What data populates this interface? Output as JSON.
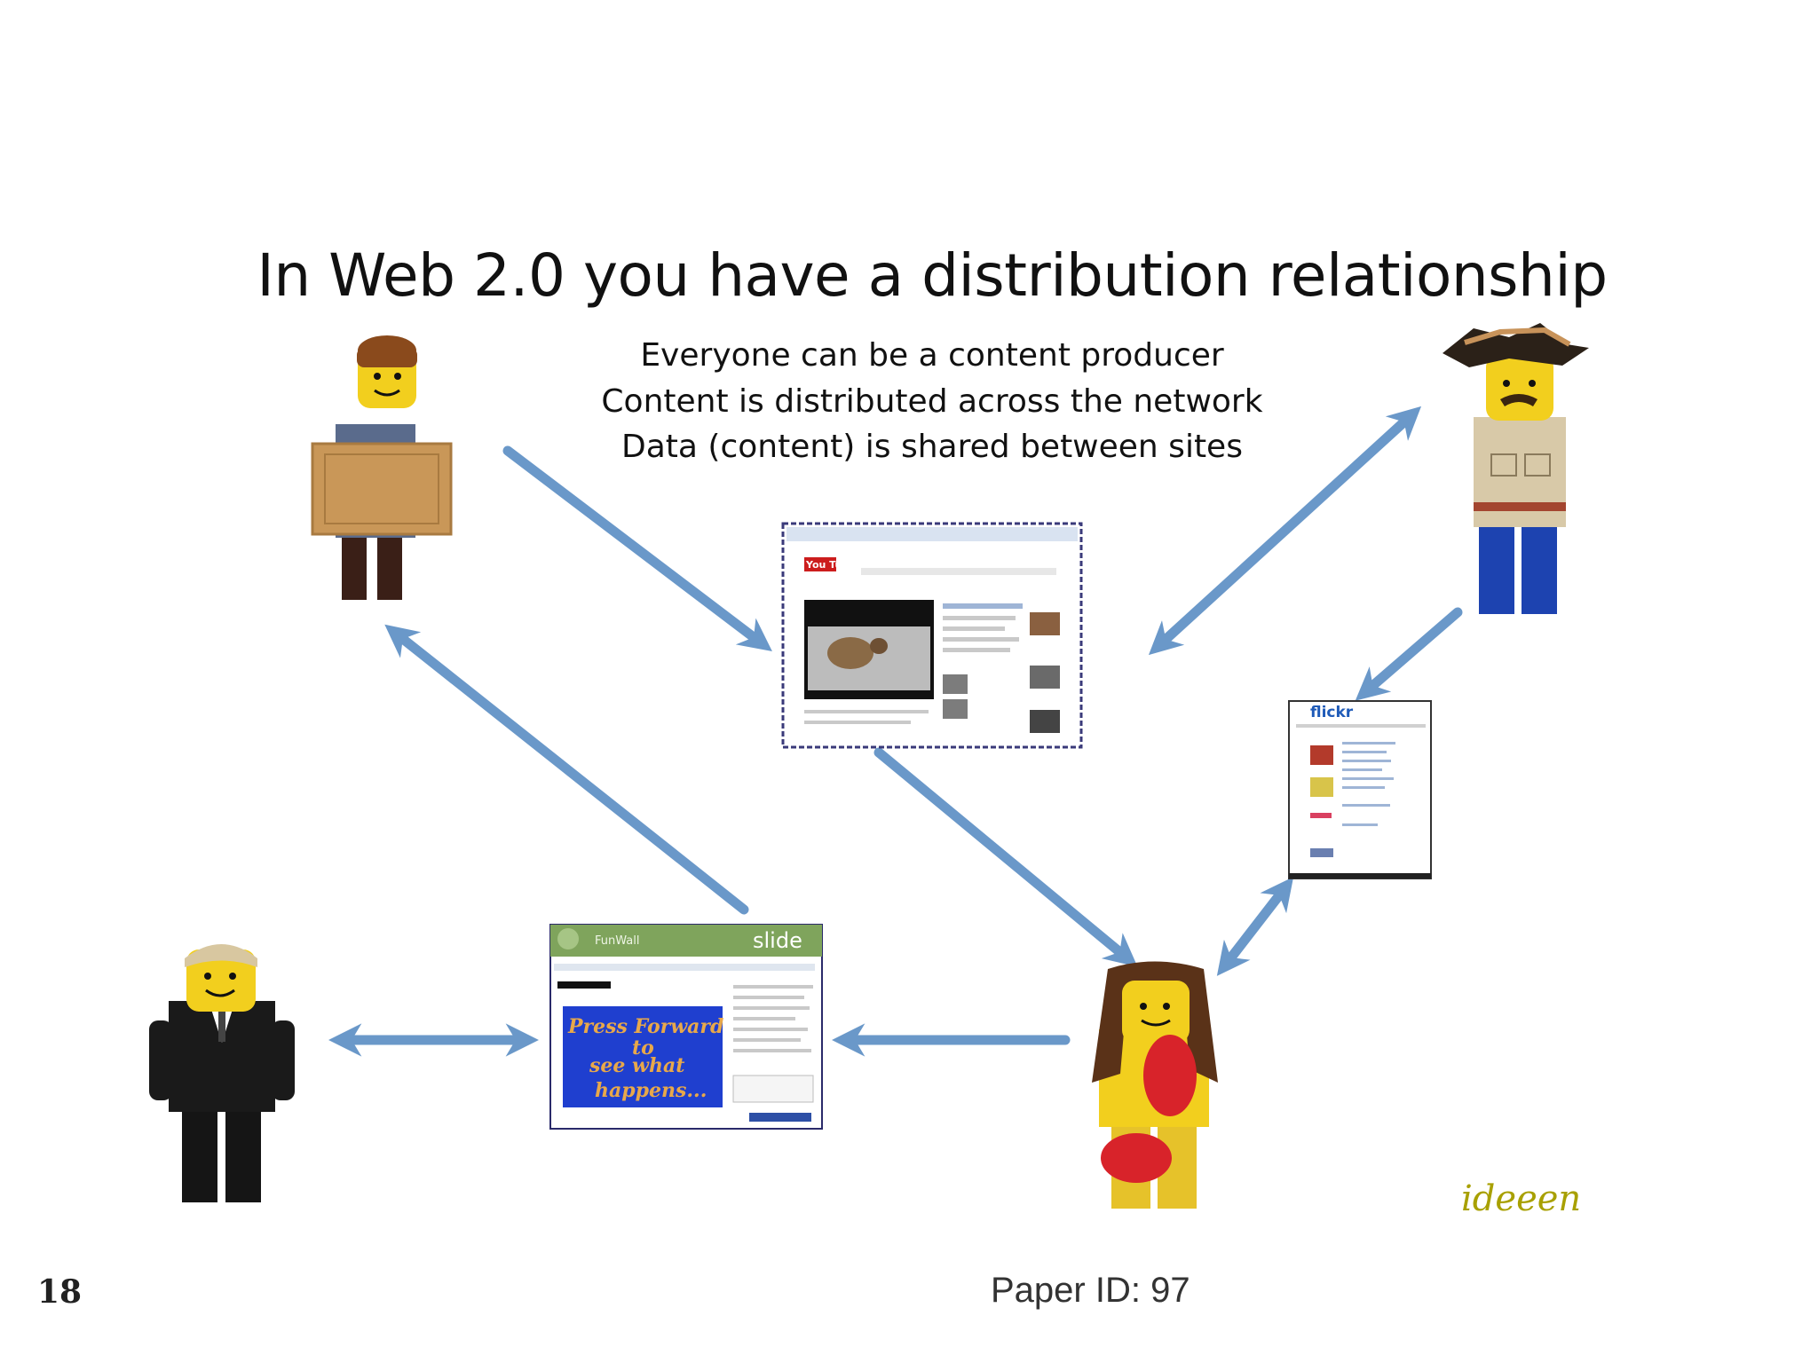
{
  "slide": {
    "title": "In Web 2.0 you have a distribution relationship",
    "bullets": [
      "Everyone can be a content producer",
      "Content is distributed across the network",
      "Data (content) is shared between sites"
    ]
  },
  "screenshots": {
    "youtube": {
      "logo": "You Tube"
    },
    "flickr": {
      "logo": "flickr"
    },
    "slide": {
      "app_name": "FunWall",
      "brand": "slide",
      "message": [
        "Press Forward",
        "to",
        "see what",
        "happens..."
      ]
    }
  },
  "watermark": "ideeen",
  "footer": {
    "page_number": "18",
    "paper_id": "Paper ID: 97"
  },
  "colors": {
    "arrow": "#6a98c9",
    "lego_yellow": "#f2cf1e",
    "youtube_red": "#cc1d1d",
    "flickr_blue": "#1f5bb8",
    "slide_green": "#7fa45c",
    "slide_message_bg": "#1f3fcf",
    "slide_message_text": "#e8a84a"
  }
}
